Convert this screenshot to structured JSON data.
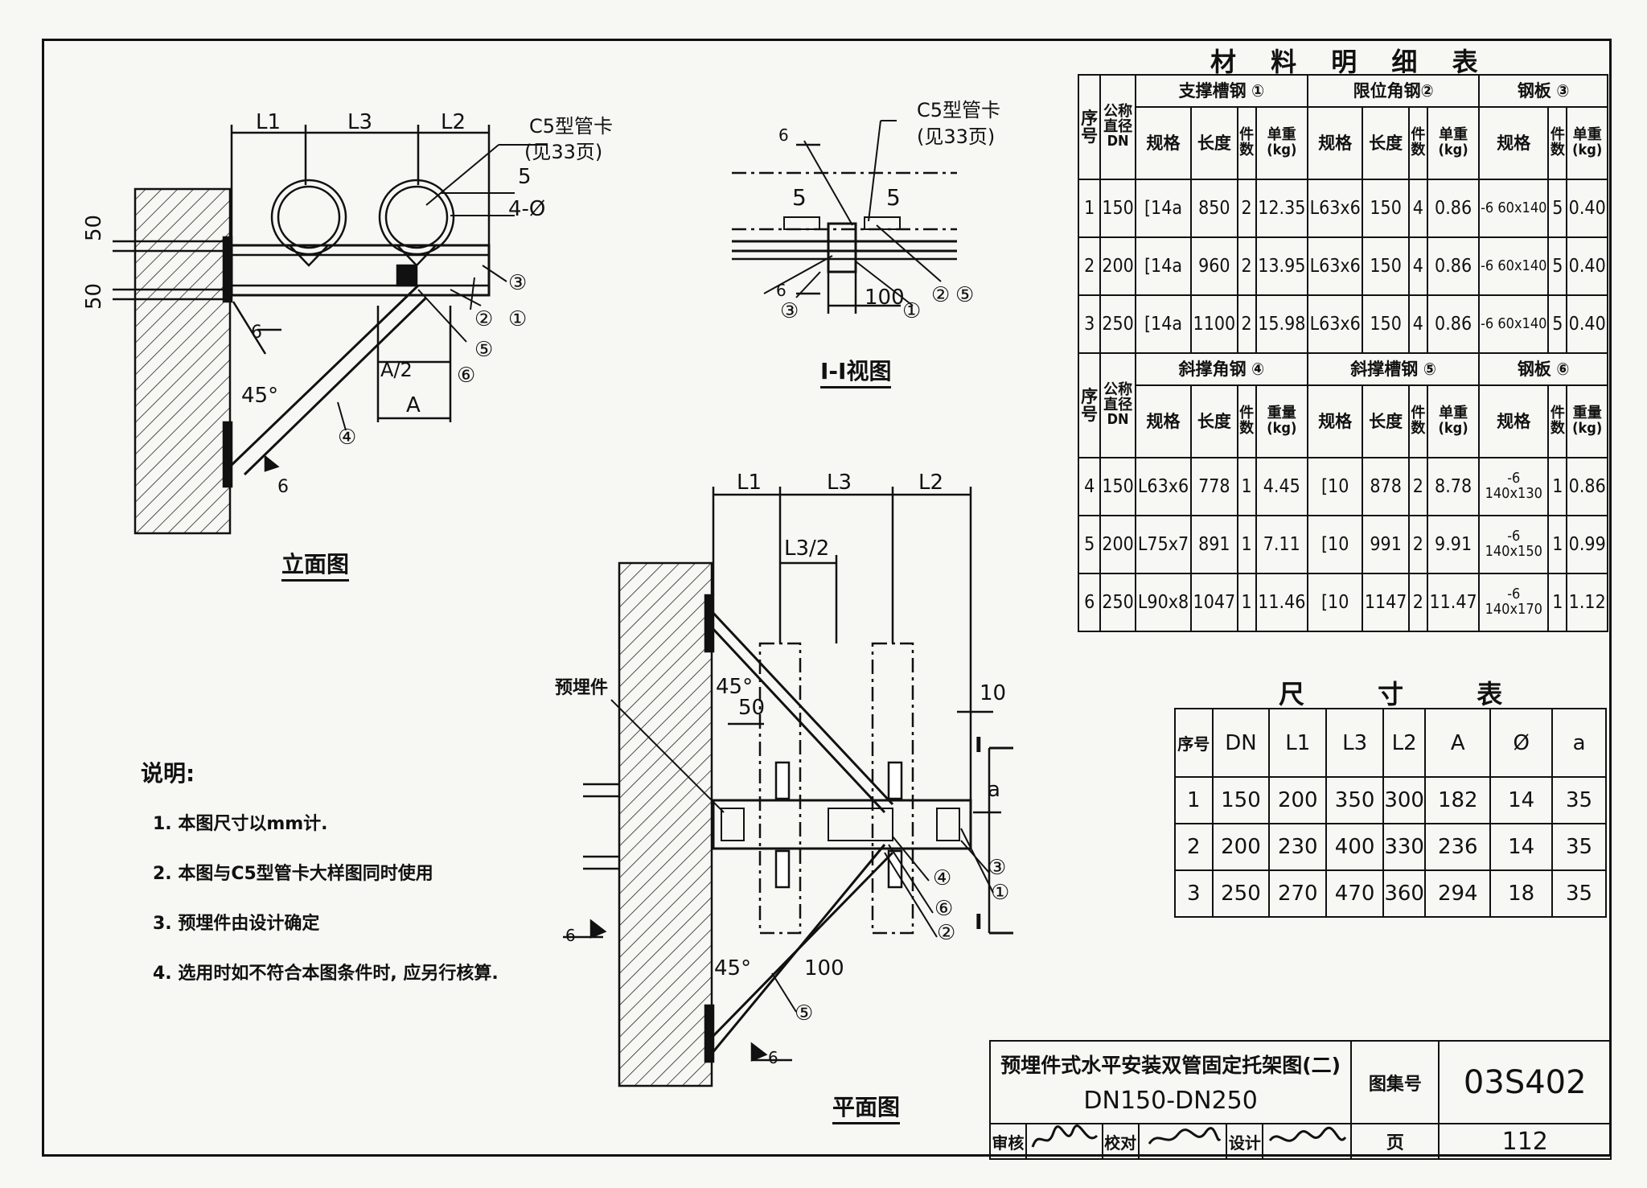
{
  "material_table": {
    "title": "材 料 明 细 表",
    "top_groups": {
      "seq": "序号",
      "dn": "公称直径DN",
      "g1": "支撑槽钢 ①",
      "g2": "限位角钢②",
      "g3": "钢板 ③"
    },
    "top_sub": [
      "规格",
      "长度",
      "件数",
      "单重(kg)",
      "规格",
      "长度",
      "件数",
      "单重(kg)",
      "规格",
      "件数",
      "单重(kg)"
    ],
    "top_rows": [
      [
        "1",
        "150",
        "[14a",
        "850",
        "2",
        "12.35",
        "L63x6",
        "150",
        "4",
        "0.86",
        "-6 60x140",
        "5",
        "0.40"
      ],
      [
        "2",
        "200",
        "[14a",
        "960",
        "2",
        "13.95",
        "L63x6",
        "150",
        "4",
        "0.86",
        "-6 60x140",
        "5",
        "0.40"
      ],
      [
        "3",
        "250",
        "[14a",
        "1100",
        "2",
        "15.98",
        "L63x6",
        "150",
        "4",
        "0.86",
        "-6 60x140",
        "5",
        "0.40"
      ]
    ],
    "bottom_groups": {
      "seq": "序号",
      "dn": "公称直径DN",
      "g1": "斜撑角钢 ④",
      "g2": "斜撑槽钢 ⑤",
      "g3": "钢板 ⑥"
    },
    "bottom_sub": [
      "规格",
      "长度",
      "件数",
      "重量(kg)",
      "规格",
      "长度",
      "件数",
      "单重(kg)",
      "规格",
      "件数",
      "重量(kg)"
    ],
    "bottom_rows": [
      [
        "4",
        "150",
        "L63x6",
        "778",
        "1",
        "4.45",
        "[10",
        "878",
        "2",
        "8.78",
        "-6 140x130",
        "1",
        "0.86"
      ],
      [
        "5",
        "200",
        "L75x7",
        "891",
        "1",
        "7.11",
        "[10",
        "991",
        "2",
        "9.91",
        "-6 140x150",
        "1",
        "0.99"
      ],
      [
        "6",
        "250",
        "L90x8",
        "1047",
        "1",
        "11.46",
        "[10",
        "1147",
        "2",
        "11.47",
        "-6 140x170",
        "1",
        "1.12"
      ]
    ]
  },
  "dim_table": {
    "title": "尺 寸 表",
    "headers": [
      "序号",
      "DN",
      "L1",
      "L3",
      "L2",
      "A",
      "Ø",
      "a"
    ],
    "rows": [
      [
        "1",
        "150",
        "200",
        "350",
        "300",
        "182",
        "14",
        "35"
      ],
      [
        "2",
        "200",
        "230",
        "400",
        "330",
        "236",
        "14",
        "35"
      ],
      [
        "3",
        "250",
        "270",
        "470",
        "360",
        "294",
        "18",
        "35"
      ]
    ]
  },
  "notes": {
    "heading": "说明:",
    "items": [
      "1. 本图尺寸以mm计.",
      "2. 本图与C5型管卡大样图同时使用",
      "3. 预埋件由设计确定",
      "4. 选用时如不符合本图条件时, 应另行核算."
    ]
  },
  "elevation": {
    "caption": "立面图",
    "labels": {
      "L1": "L1",
      "L3": "L3",
      "L2": "L2",
      "clamp": "C5型管卡",
      "clamp_ref": "(见33页)",
      "weld5": "5",
      "holes": "4-Ø",
      "d50a": "50",
      "d50b": "50",
      "weld6a": "6",
      "weld6b": "6",
      "angle": "45°",
      "halfA": "A/2",
      "A": "A",
      "n1": "①",
      "n2": "②",
      "n3": "③",
      "n4": "④",
      "n5": "⑤",
      "n6": "⑥"
    }
  },
  "section": {
    "caption": "I-I视图",
    "labels": {
      "clamp": "C5型管卡",
      "clamp_ref": "(见33页)",
      "weld6a": "6",
      "weld6b": "6",
      "w5a": "5",
      "w5b": "5",
      "d100": "100",
      "n1": "①",
      "n2": "②",
      "n3": "③",
      "n5": "⑤"
    }
  },
  "plan": {
    "caption": "平面图",
    "labels": {
      "L1": "L1",
      "L3": "L3",
      "L2": "L2",
      "halfL3": "L3/2",
      "embed": "预埋件",
      "angle1": "45°",
      "d50": "50",
      "d10": "10",
      "a": "a",
      "sec_top": "I",
      "sec_bot": "I",
      "angle2": "45°",
      "d100": "100",
      "weld6a": "6",
      "weld6b": "6",
      "n1": "①",
      "n2": "②",
      "n3": "③",
      "n4": "④",
      "n5": "⑤",
      "n6": "⑥"
    }
  },
  "title_block": {
    "title": "预埋件式水平安装双管固定托架图(二)",
    "subtitle": "DN150-DN250",
    "atlas_label": "图集号",
    "atlas_no": "03S402",
    "review_label": "审核",
    "check_label": "校对",
    "design_label": "设计",
    "page_label": "页",
    "page_no": "112"
  }
}
